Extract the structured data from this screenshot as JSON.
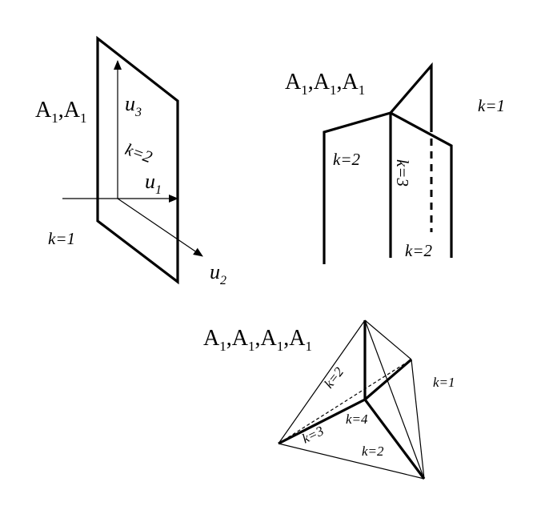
{
  "panel_1": {
    "stratum_label": {
      "base": "A",
      "sub": "1",
      "count": 2
    },
    "axis_labels": {
      "u1": {
        "base": "u",
        "sub": "1"
      },
      "u2": {
        "base": "u",
        "sub": "2"
      },
      "u3": {
        "base": "u",
        "sub": "3"
      }
    },
    "k_labels": [
      "k=2",
      "k=1"
    ]
  },
  "panel_2": {
    "stratum_label": {
      "base": "A",
      "sub": "1",
      "count": 3
    },
    "k_labels": [
      "k=1",
      "k=2",
      "k=3",
      "k=2"
    ]
  },
  "panel_3": {
    "stratum_label": {
      "base": "A",
      "sub": "1",
      "count": 4
    },
    "k_labels": [
      "k=1",
      "k=2",
      "k=4",
      "k=3",
      "k=2"
    ]
  }
}
